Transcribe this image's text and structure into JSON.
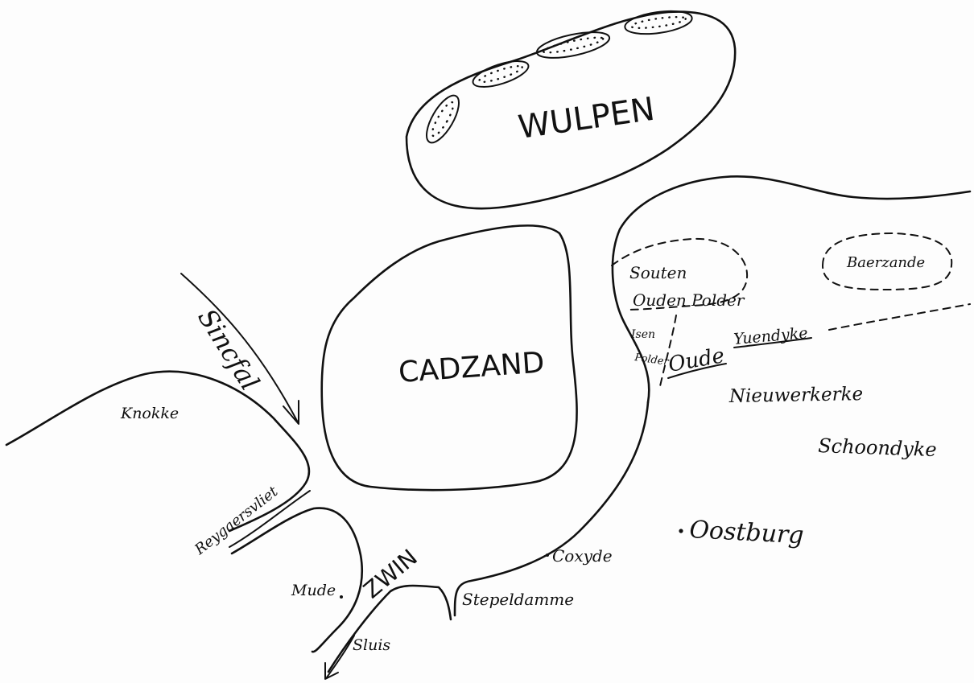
{
  "map": {
    "labels": {
      "wulpen": "WULPEN",
      "cadzand": "CADZAND",
      "sincfal": "Sincfal",
      "knokke": "Knokke",
      "reygaersvliet": "Reygaersvliet",
      "mude": "Mude",
      "zwin": "ZWIN",
      "sluis": "Sluis",
      "coxyde": "Coxyde",
      "stepeldamme": "Stepeldamme",
      "oostburg": "Oostburg",
      "souten": "Souten",
      "ouden_polder": "Ouden Polder",
      "isen": "Isen",
      "polder": "Polder",
      "oude": "Oude",
      "yuendyke": "Yuendyke",
      "nieuwerkerke": "Nieuwerkerke",
      "schoondyke": "Schoondyke",
      "baerzande": "Baerzande"
    },
    "ink_color": "#111111",
    "paper_color": "#fdfdfd"
  }
}
